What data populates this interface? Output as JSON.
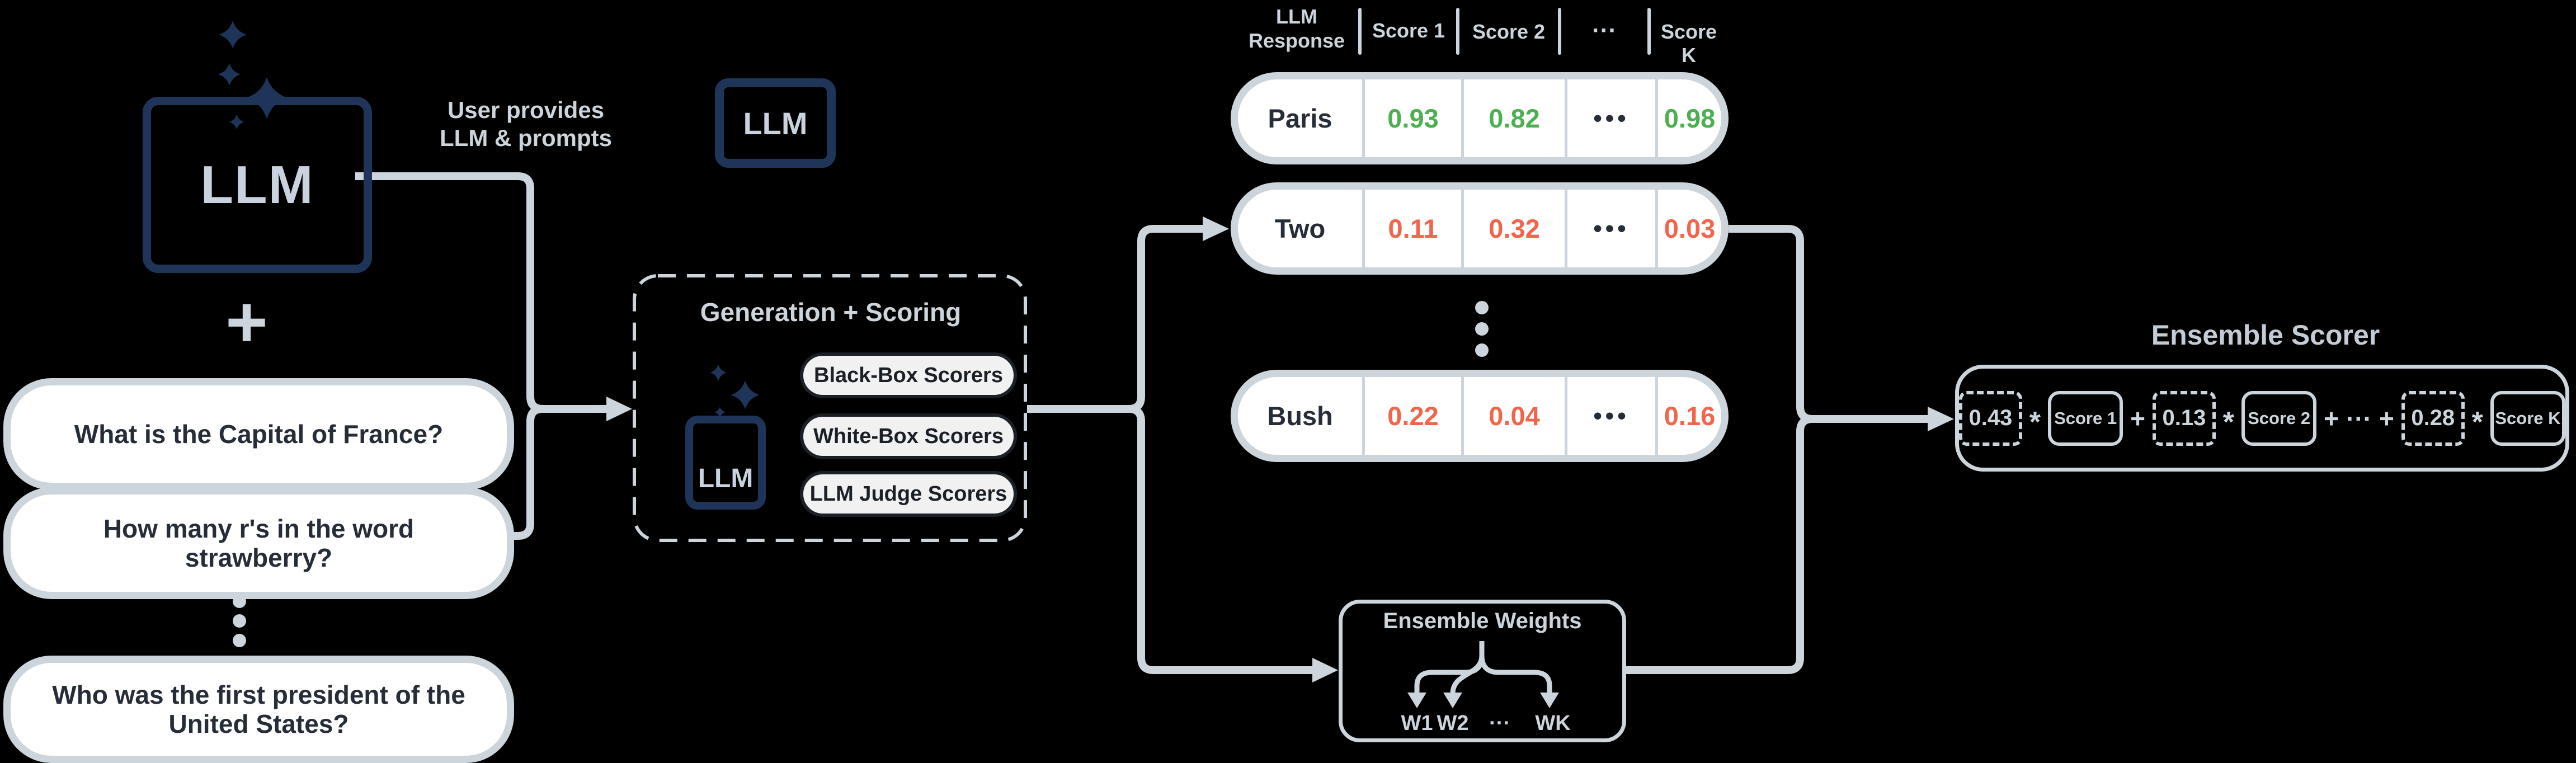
{
  "colors": {
    "accent_gray": "#ccd4dc",
    "navy": "#1f3459",
    "green": "#4cb050",
    "red": "#f4644a",
    "dark_text": "#262d38",
    "pill_fill": "#ffffff"
  },
  "llm_main": {
    "label": "LLM"
  },
  "plus_sign": "+",
  "user_provides_label": {
    "line1": "User provides",
    "line2": "LLM & prompts"
  },
  "llm_top": {
    "label": "LLM"
  },
  "prompts": [
    "What is the Capital of France?",
    "How many r's in the word strawberry?",
    "Who was the first president of the United States?"
  ],
  "generation": {
    "title": "Generation + Scoring",
    "llm_label": "LLM",
    "scorers": [
      "Black-Box Scorers",
      "White-Box Scorers",
      "LLM Judge Scorers"
    ]
  },
  "table": {
    "headers": [
      "LLM Response",
      "Score 1",
      "Score 2",
      "···",
      "Score K"
    ],
    "cell_ellipsis": "•••",
    "rows": [
      {
        "label": "Paris",
        "scores": [
          "0.93",
          "0.82",
          "0.98"
        ],
        "tone": "positive"
      },
      {
        "label": "Two",
        "scores": [
          "0.11",
          "0.32",
          "0.03"
        ],
        "tone": "negative"
      },
      {
        "label": "Bush",
        "scores": [
          "0.22",
          "0.04",
          "0.16"
        ],
        "tone": "negative"
      }
    ]
  },
  "ensemble_weights": {
    "title": "Ensemble Weights",
    "labels": [
      "W1",
      "W2",
      "···",
      "WK"
    ]
  },
  "ensemble_scorer": {
    "title": "Ensemble Scorer",
    "weights": [
      "0.43",
      "0.13",
      "0.28"
    ],
    "scores": [
      "Score 1",
      "Score 2",
      "Score K"
    ],
    "multiply": "*",
    "plus": "+",
    "ellipsis": "···"
  }
}
